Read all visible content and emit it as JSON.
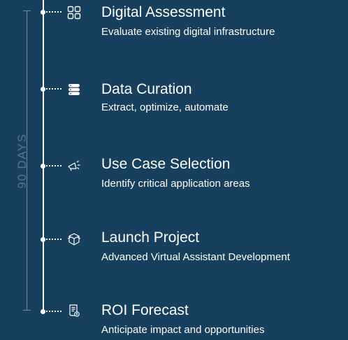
{
  "timeline": {
    "duration_label": "90 DAYS",
    "steps": [
      {
        "icon": "grid-icon",
        "title": "Digital Assessment",
        "subtitle": "Evaluate existing digital infrastructure"
      },
      {
        "icon": "database-icon",
        "title": "Data Curation",
        "subtitle": "Extract, optimize, automate"
      },
      {
        "icon": "megaphone-icon",
        "title": "Use Case Selection",
        "subtitle": "Identify critical application areas"
      },
      {
        "icon": "cube-icon",
        "title": "Launch Project",
        "subtitle": "Advanced Virtual Assistant Development"
      },
      {
        "icon": "receipt-icon",
        "title": "ROI Forecast",
        "subtitle": "Anticipate impact and opportunities"
      }
    ]
  },
  "colors": {
    "background": "#17405f",
    "line": "#ffffff",
    "muted": "#4f7490"
  }
}
